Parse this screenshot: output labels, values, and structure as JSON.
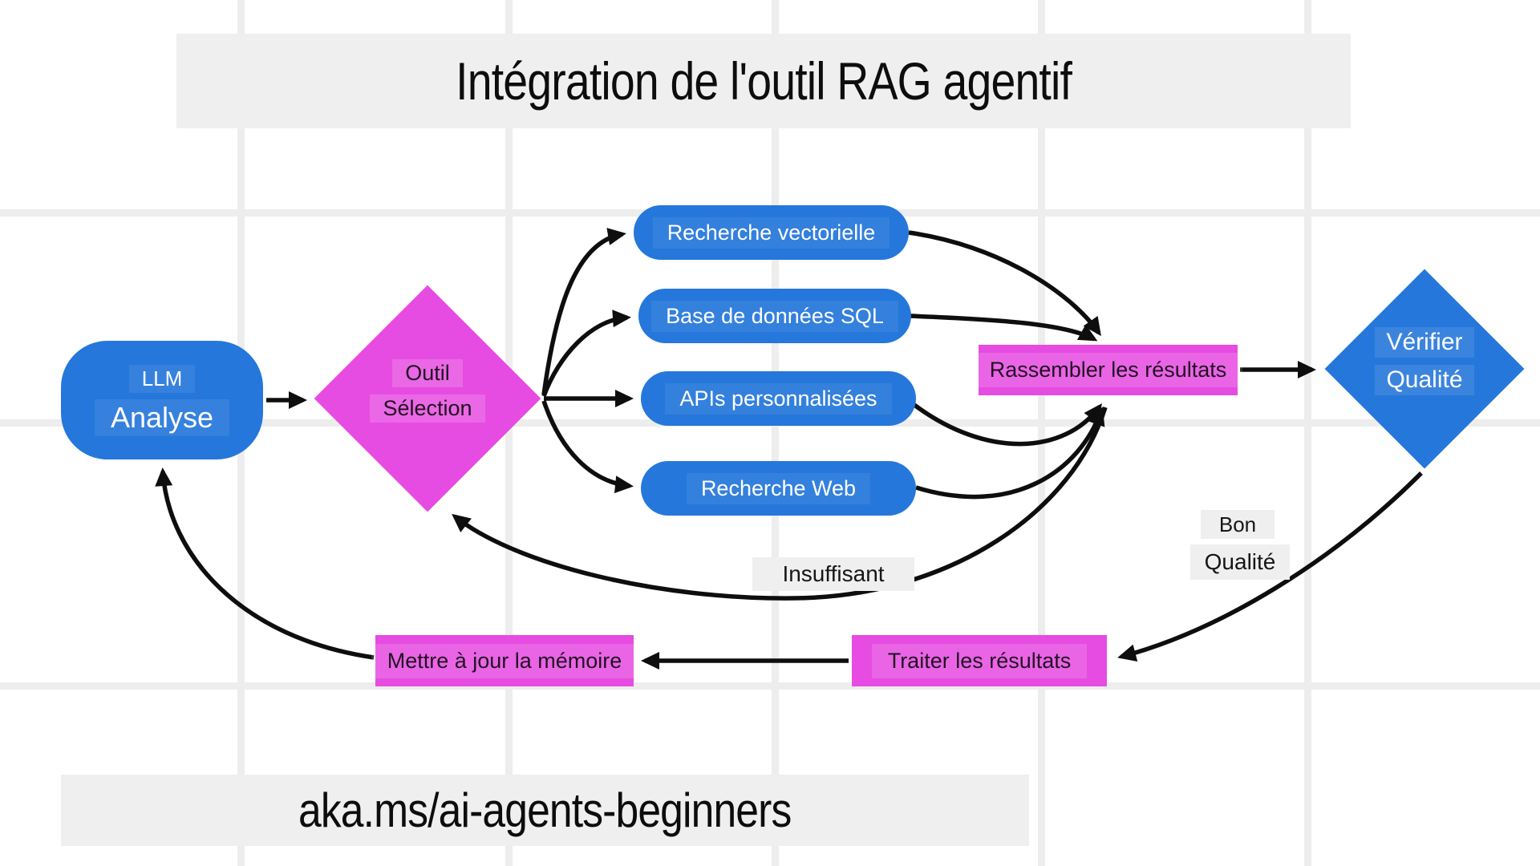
{
  "title": "Intégration de l'outil RAG agentif",
  "footer": "aka.ms/ai-agents-beginners",
  "colors": {
    "background": "#ffffff",
    "grid_line": "#ededed",
    "label_bg": "#efefef",
    "blue": "#2577db",
    "magenta": "#e64ce1",
    "arrow": "#0e0e0e"
  },
  "nodes": {
    "llm": {
      "line1": "LLM",
      "line2": "Analyse"
    },
    "tool_selection": {
      "line1": "Outil",
      "line2": "Sélection"
    },
    "tools": [
      "Recherche vectorielle",
      "Base de données SQL",
      "APIs personnalisées",
      "Recherche Web"
    ],
    "gather": "Rassembler les résultats",
    "verify": {
      "line1": "Vérifier",
      "line2": "Qualité"
    },
    "process": "Traiter les résultats",
    "update_memory": "Mettre à jour la mémoire"
  },
  "edge_labels": {
    "good_line1": "Bon",
    "good_line2": "Qualité",
    "insufficient": "Insuffisant"
  }
}
